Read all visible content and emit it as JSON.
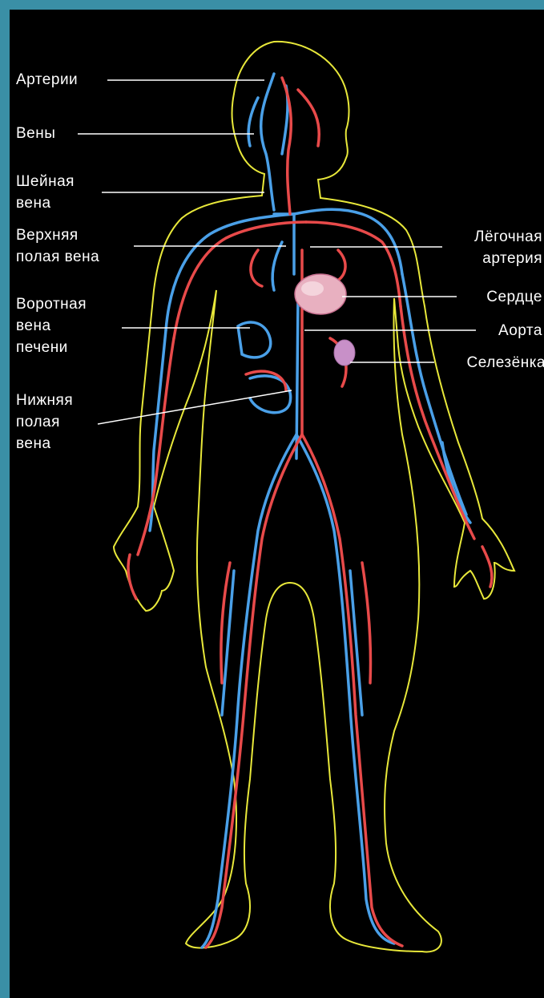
{
  "colors": {
    "page_frame": "#3a8fa6",
    "background": "#000000",
    "body_outline": "#e8e83a",
    "arteries": "#e84a4a",
    "veins": "#4aa0e8",
    "heart": "#e8b0c0",
    "label_text": "#ffffff",
    "leader_lines": "#ffffff"
  },
  "labels": {
    "arteries": "Артерии",
    "veins": "Вены",
    "jugular_vein": "Шейная\nвена",
    "superior_vena_cava": "Верхняя\nполая вена",
    "hepatic_portal_vein": "Воротная\nвена\nпечени",
    "inferior_vena_cava": "Нижняя\nполая\nвена",
    "pulmonary_artery": "Лёгочная\nартерия",
    "heart": "Сердце",
    "aorta": "Аорта",
    "spleen": "Селезёнка"
  }
}
